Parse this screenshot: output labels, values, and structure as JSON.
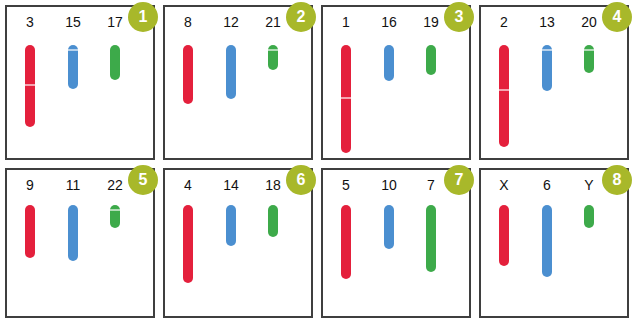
{
  "diagram": {
    "nodes": [
      {
        "text": [
          "3",
          "15",
          "17"
        ]
      },
      {
        "text": [
          "1"
        ],
        "in": 0
      },
      {
        "text": [
          "8",
          "12",
          "21"
        ]
      },
      {
        "text": [
          "2"
        ],
        "in": 2
      },
      {
        "text": [
          "1",
          "16",
          "19"
        ]
      },
      {
        "text": [
          "3"
        ],
        "in": 4
      },
      {
        "text": [
          "2",
          "13",
          "20"
        ]
      },
      {
        "text": [
          "4"
        ],
        "in": 6
      },
      {
        "text": [
          "9",
          "11",
          "22"
        ]
      },
      {
        "text": [
          "5"
        ],
        "in": 8
      },
      {
        "text": [
          "4",
          "14",
          "18"
        ]
      },
      {
        "text": [
          "6"
        ],
        "in": 10
      },
      {
        "text": [
          "5",
          "10",
          "7"
        ]
      },
      {
        "text": [
          "7"
        ],
        "in": 12
      },
      {
        "text": [
          "X",
          "6",
          "Y"
        ]
      },
      {
        "text": [
          "8"
        ],
        "in": 14
      }
    ]
  }
}
